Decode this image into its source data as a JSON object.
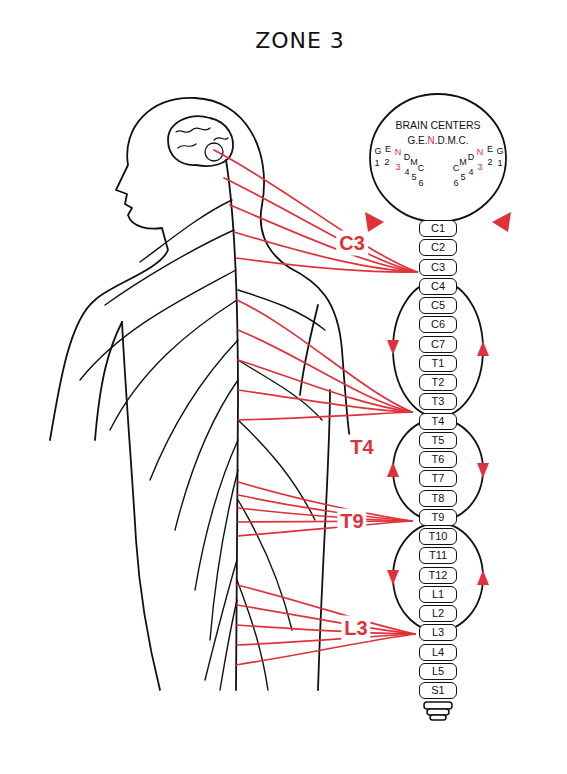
{
  "diagram": {
    "title": "ZONE 3",
    "nodes": [
      {
        "text": [
          "BRAIN CENTERS",
          "G.E.N.D.M.C."
        ]
      },
      {
        "text": [
          "C1"
        ]
      },
      {
        "text": [
          "C2"
        ]
      },
      {
        "text": [
          "C3"
        ]
      },
      {
        "text": [
          "C4"
        ]
      },
      {
        "text": [
          "C5"
        ]
      },
      {
        "text": [
          "C6"
        ]
      },
      {
        "text": [
          "C7"
        ]
      },
      {
        "text": [
          "T1"
        ]
      },
      {
        "text": [
          "T2"
        ]
      },
      {
        "text": [
          "T3"
        ]
      },
      {
        "text": [
          "T4"
        ]
      },
      {
        "text": [
          "T5"
        ]
      },
      {
        "text": [
          "T6"
        ]
      },
      {
        "text": [
          "T7"
        ]
      },
      {
        "text": [
          "T8"
        ]
      },
      {
        "text": [
          "T9"
        ]
      },
      {
        "text": [
          "T10"
        ]
      },
      {
        "text": [
          "T11"
        ]
      },
      {
        "text": [
          "T12"
        ]
      },
      {
        "text": [
          "L1"
        ]
      },
      {
        "text": [
          "L2"
        ]
      },
      {
        "text": [
          "L3"
        ]
      },
      {
        "text": [
          "L4"
        ]
      },
      {
        "text": [
          "L5"
        ]
      },
      {
        "text": [
          "S1"
        ]
      }
    ],
    "labels": [
      "C3",
      "T4",
      "T9",
      "L3",
      "G",
      "E",
      "N",
      "D",
      "M",
      "C",
      "1",
      "2",
      "3",
      "4",
      "5",
      "6",
      "C",
      "M",
      "D",
      "N",
      "E",
      "G",
      "6",
      "5",
      "4",
      "3",
      "2",
      "1"
    ]
  }
}
